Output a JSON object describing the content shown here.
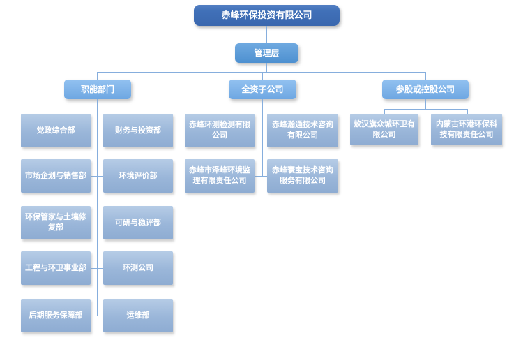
{
  "root": {
    "label": "赤峰环保投资有限公司"
  },
  "management": {
    "label": "管理层"
  },
  "branches": {
    "functional": {
      "label": "职能部门",
      "children": [
        "党政综合部",
        "财务与投资部",
        "市场企划与销售部",
        "环境评价部",
        "环保管家与土壤修复部",
        "可研与稳评部",
        "工程与环卫事业部",
        "环测公司",
        "后期服务保障部",
        "运维部"
      ]
    },
    "wholly_owned": {
      "label": "全资子公司",
      "children": [
        "赤峰环测检测有限公司",
        "赤峰瀚通技术咨询有限公司",
        "赤峰市泽峰环境监理有限责任公司",
        "赤峰寰宝技术咨询服务有限公司"
      ]
    },
    "invested": {
      "label": "参股或控股公司",
      "children": [
        "敖汉旗众城环卫有限公司",
        "内蒙古环港环保科技有限责任公司"
      ]
    }
  },
  "colors": {
    "root_box": "#3E6DB3",
    "management_box": "#5595D2",
    "branch_box": "#7FB3E8",
    "child_box_top": "#B6CCE6",
    "child_box_bottom": "#8EACD2",
    "connector": "#86AEDD",
    "text": "#FFFFFF",
    "background": "#FFFFFF"
  }
}
